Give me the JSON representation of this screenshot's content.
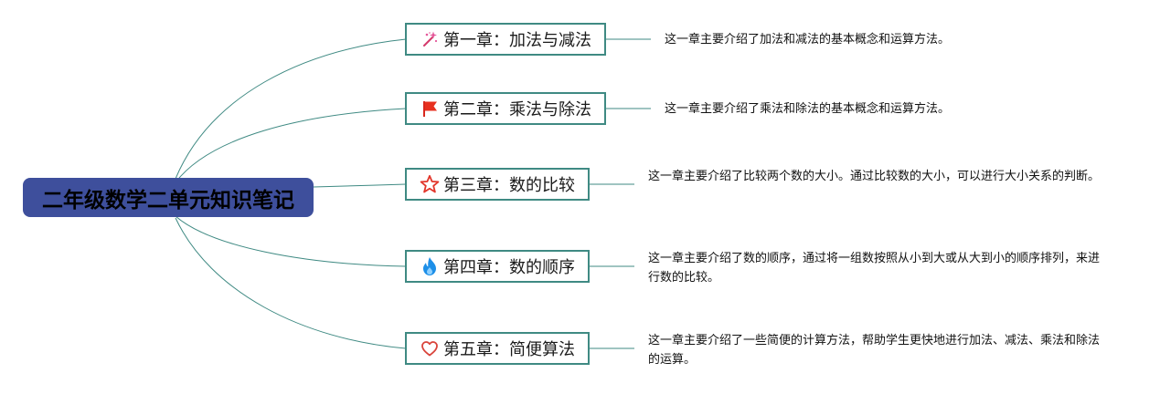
{
  "root": {
    "label": "二年级数学二单元知识笔记"
  },
  "chapters": [
    {
      "title": "第一章：加法与减法",
      "icon": "magic-sparkle-icon",
      "description": "这一章主要介绍了加法和减法的基本概念和运算方法。"
    },
    {
      "title": "第二章：乘法与除法",
      "icon": "red-flag-icon",
      "description": "这一章主要介绍了乘法和除法的基本概念和运算方法。"
    },
    {
      "title": "第三章：数的比较",
      "icon": "star-outline-icon",
      "description": "这一章主要介绍了比较两个数的大小。通过比较数的大小，可以进行大小关系的判断。"
    },
    {
      "title": "第四章：数的顺序",
      "icon": "flame-icon",
      "description": "这一章主要介绍了数的顺序，通过将一组数按照从小到大或从大到小的顺序排列，来进行数的比较。"
    },
    {
      "title": "第五章：简便算法",
      "icon": "heart-outline-icon",
      "description": "这一章主要介绍了一些简便的计算方法，帮助学生更快地进行加法、减法、乘法和除法的运算。"
    }
  ],
  "colors": {
    "root_fill": "#3e4f9c",
    "connector": "#3f8a83",
    "topic_border": "#3f8a83"
  }
}
